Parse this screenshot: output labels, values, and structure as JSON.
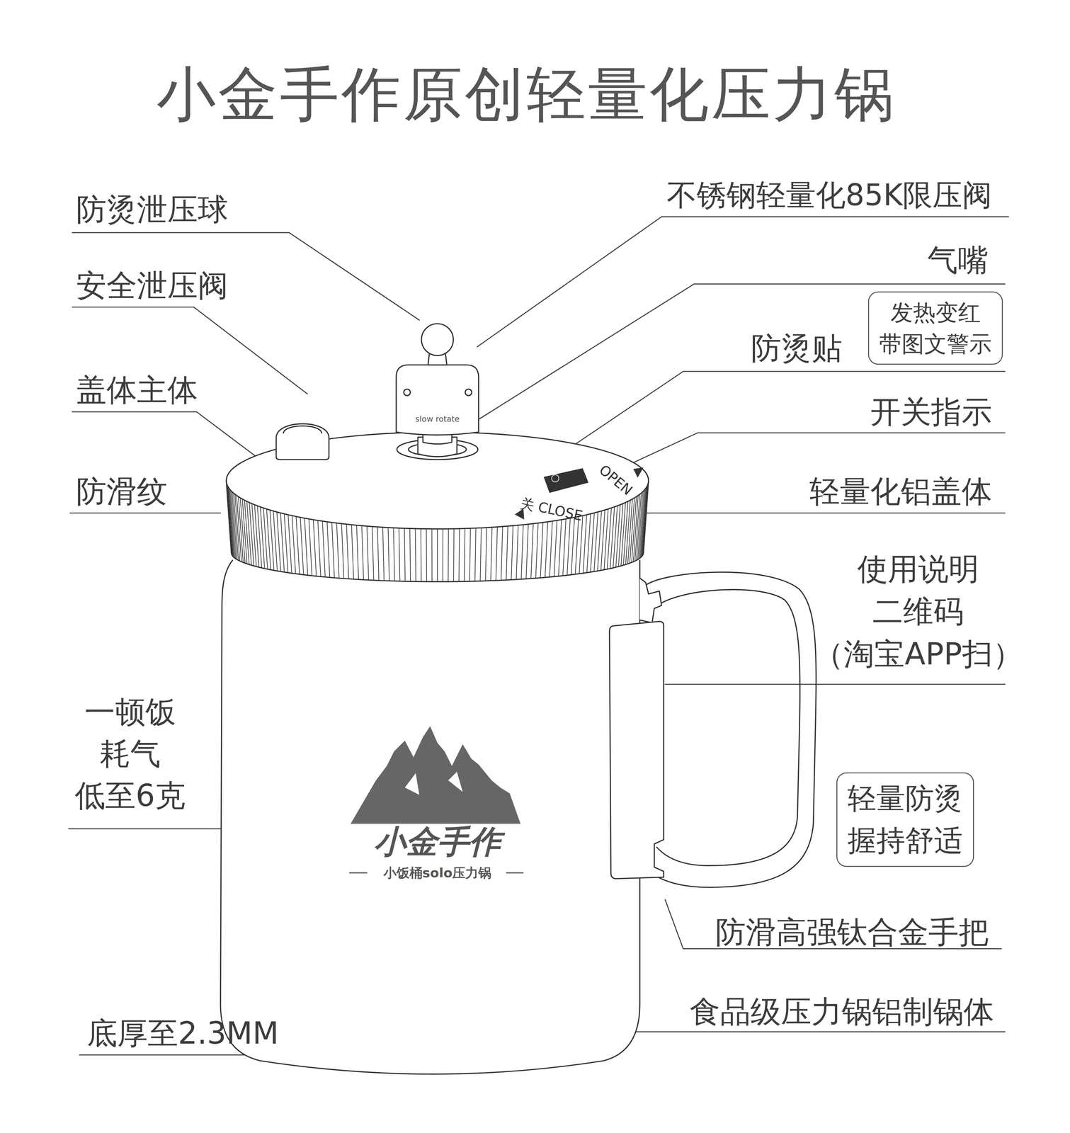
{
  "diagram": {
    "title": "小金手作原创轻量化压力锅",
    "nodes": [
      {
        "text": [
          "发热变红 带图文警示"
        ]
      },
      {
        "text": [
          "轻量防烫 握持舒适"
        ]
      }
    ],
    "labels": [
      "防烫泄压球",
      "安全泄压阀",
      "盖体主体",
      "防滑纹",
      "一顿饭 耗气 低至6克",
      "底厚至2.3MM",
      "不锈钢轻量化85K限压阀",
      "气嘴",
      "防烫贴",
      "开关指示",
      "轻量化铝盖体",
      "使用说明 二维码 （淘宝APP扫）",
      "防滑高强钛合金手把",
      "食品级压力锅铝制锅体",
      "slow rotate",
      "关 CLOSE",
      "OPEN",
      "小金手作",
      "小饭桶solo压力锅"
    ]
  }
}
